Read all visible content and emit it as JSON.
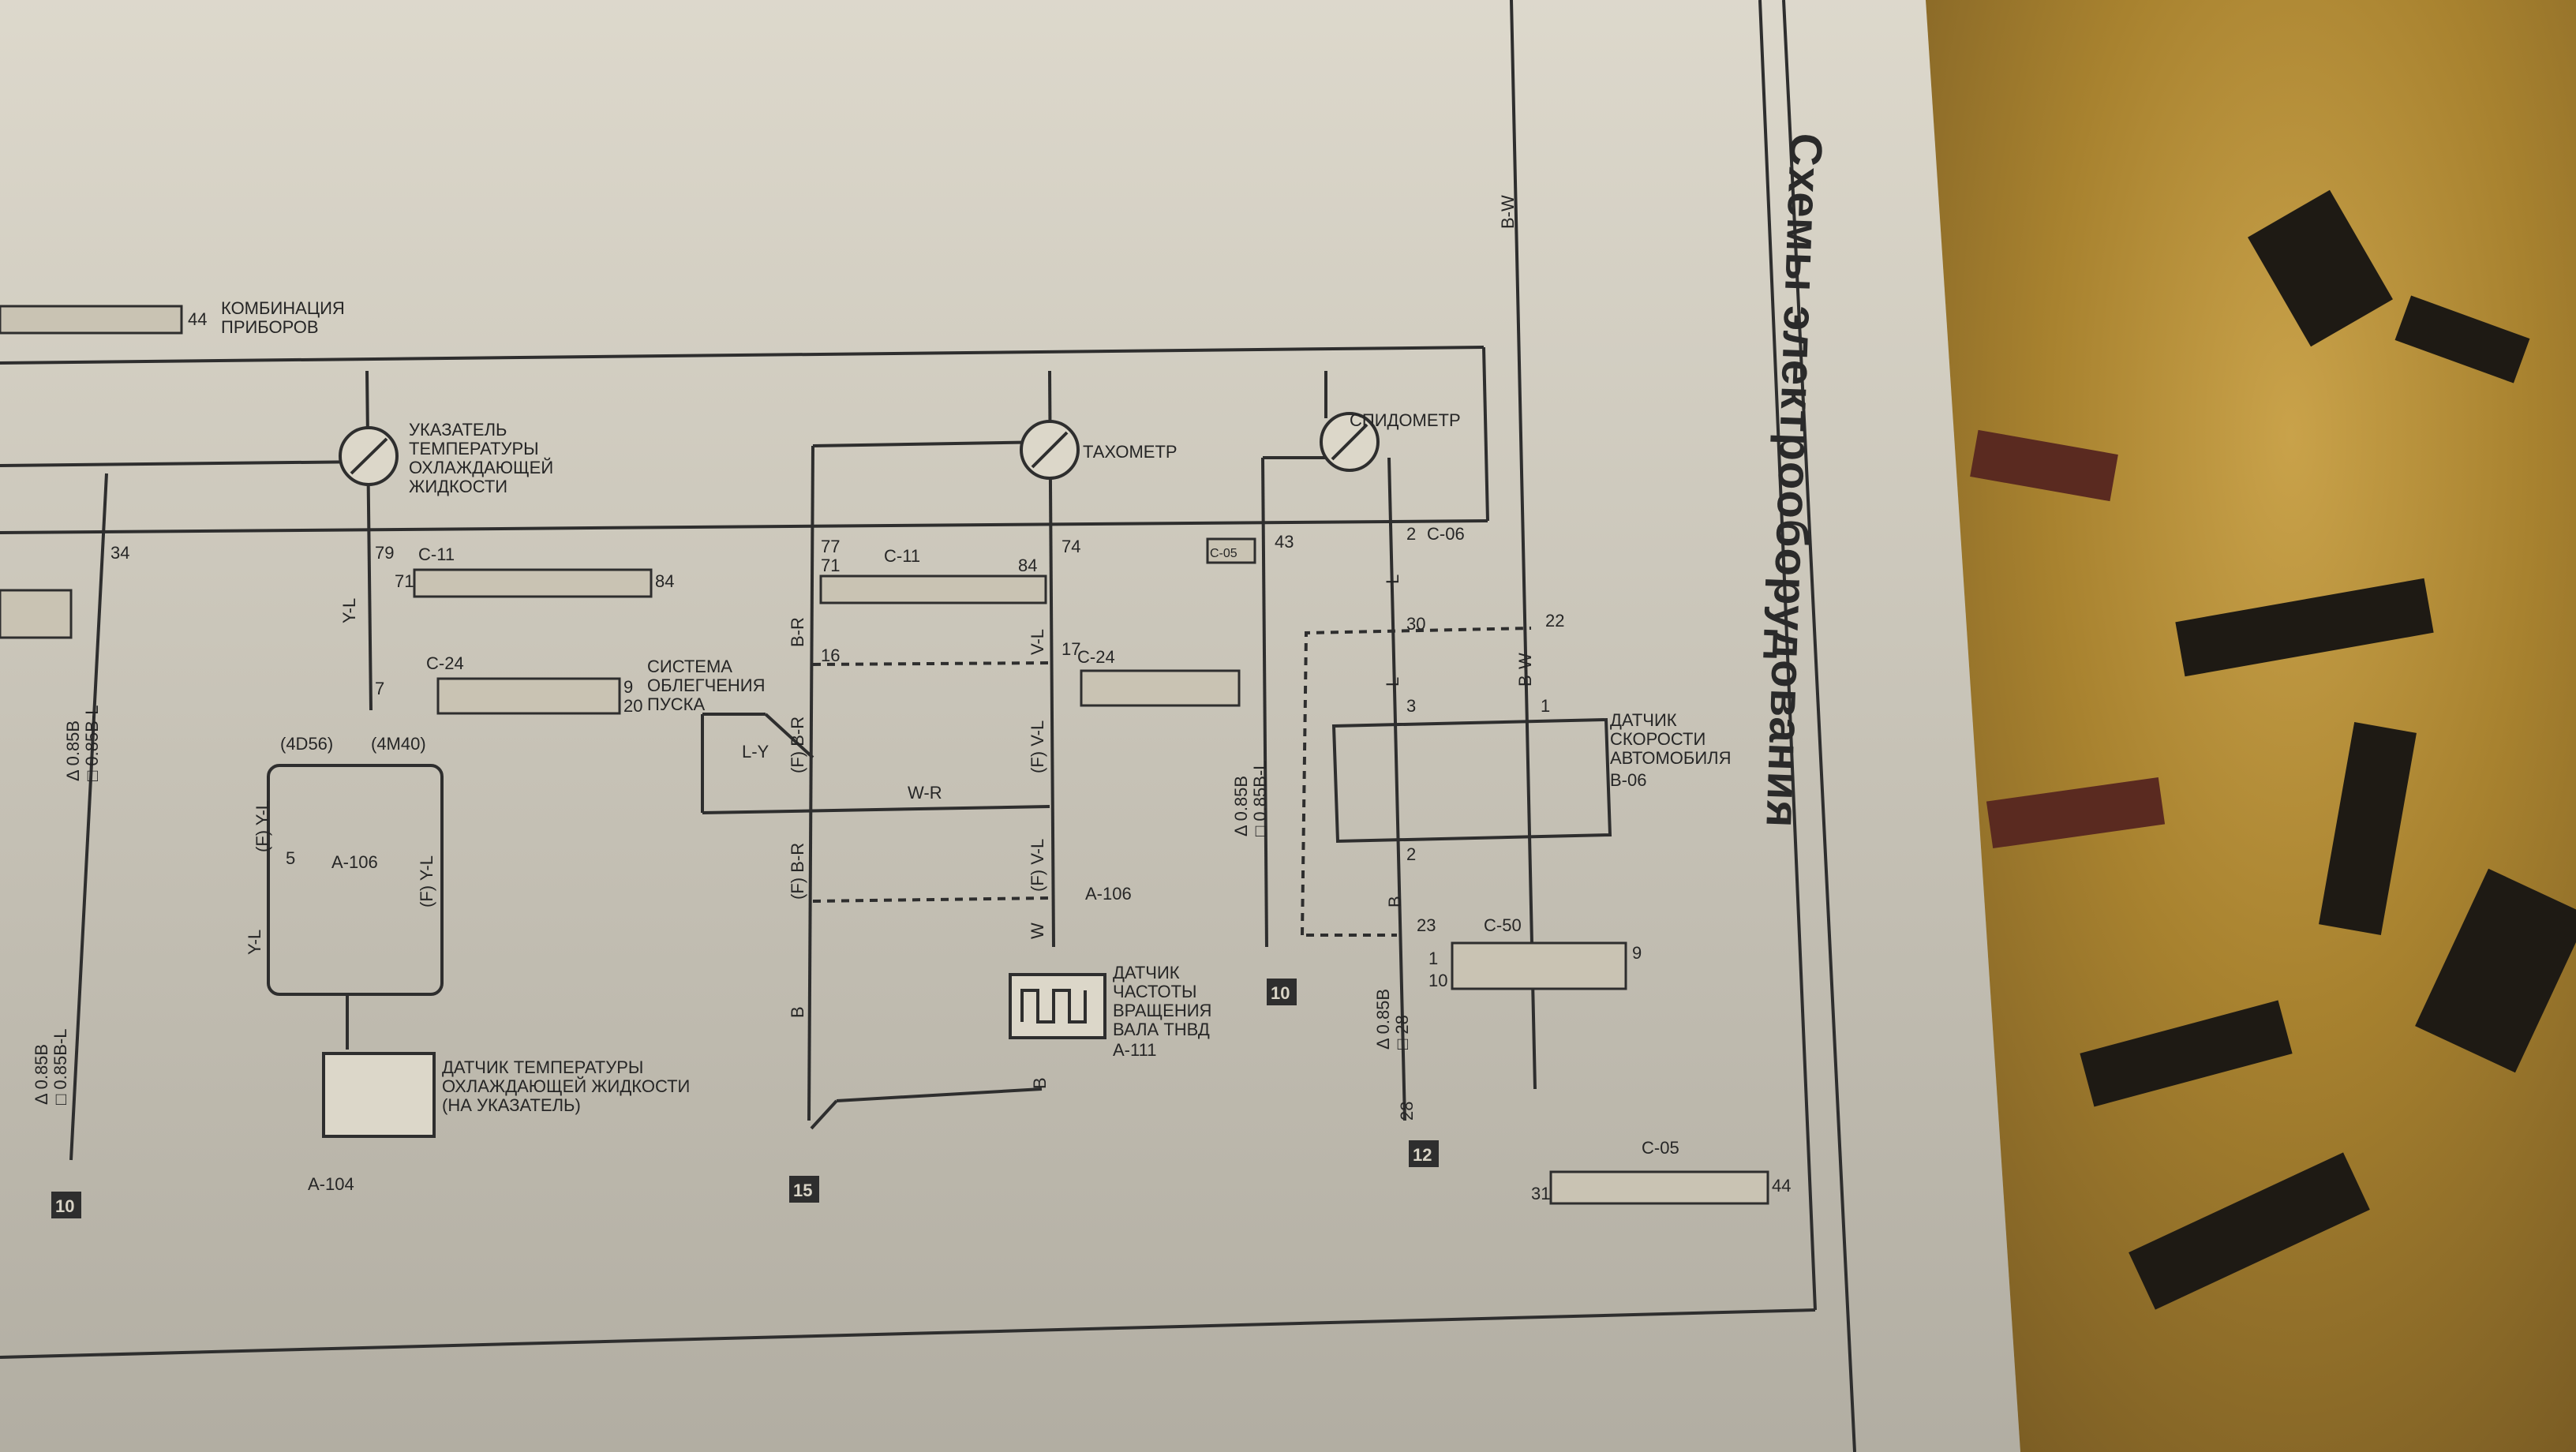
{
  "page": {
    "side_title": "Схемы электрооборудования"
  },
  "labels": {
    "cluster": [
      "КОМБИНАЦИЯ",
      "ПРИБОРОВ"
    ],
    "cluster_pin": "44",
    "temp_gauge": [
      "УКАЗАТЕЛЬ",
      "ТЕМПЕРАТУРЫ",
      "ОХЛАЖДАЮЩЕЙ",
      "ЖИДКОСТИ"
    ],
    "tachometer": "ТАХОМЕТР",
    "speedometer": "СПИДОМЕТР",
    "start_system": [
      "СИСТЕМА",
      "ОБЛЕГЧЕНИЯ",
      "ПУСКА"
    ],
    "temp_sensor": [
      "ДАТЧИК ТЕМПЕРАТУРЫ",
      "ОХЛАЖДАЮЩЕЙ ЖИДКОСТИ",
      "(НА УКАЗАТЕЛЬ)"
    ],
    "rpm_sensor": [
      "ДАТЧИК",
      "ЧАСТОТЫ",
      "ВРАЩЕНИЯ",
      "ВАЛА ТНВД"
    ],
    "speed_sensor": [
      "ДАТЧИК",
      "СКОРОСТИ",
      "АВТОМОБИЛЯ"
    ],
    "engines": [
      "(4D56)",
      "(4M40)"
    ]
  },
  "connectors": {
    "c11_a": "C-11",
    "c11_b": "C-11",
    "c24_a": "C-24",
    "c24_b": "C-24",
    "c06": "C-06",
    "c05": "C-05",
    "c05_bottom": "C-05",
    "c50": "C-50",
    "a106_a": "A-106",
    "a106_b": "A-106",
    "a104": "A-104",
    "a111": "A-111",
    "b06": "B-06"
  },
  "pins": {
    "p34": "34",
    "p79": "79",
    "p71a": "71",
    "p84a": "84",
    "p7": "7",
    "p77": "77",
    "p74": "74",
    "p71b": "71",
    "p84b": "84",
    "p16": "16",
    "p17": "17",
    "p43": "43",
    "p2": "2",
    "p30": "30",
    "p22": "22",
    "p3": "3",
    "p1": "1",
    "p2b": "2",
    "p23": "23",
    "p28": "28",
    "p1c": "1",
    "p9": "9",
    "p10": "10",
    "p20": "20",
    "p5": "5",
    "p31": "31",
    "p44b": "44"
  },
  "wires": {
    "yl": "Y-L",
    "fyl_a": "(F) Y-L",
    "fyl_b": "(F) Y-L",
    "yl_b": "Y-L",
    "br": "B-R",
    "fbr_a": "(F) B-R",
    "fbr_b": "(F) B-R",
    "ly": "L-Y",
    "wr": "W-R",
    "vl": "V-L",
    "fvl_a": "(F) V-L",
    "fvl_b": "(F) V-L",
    "w": "W",
    "b_a": "B",
    "b_b": "B",
    "b_c": "B",
    "l_a": "L",
    "l_b": "L",
    "bw_a": "B-W",
    "bw_b": "B-W",
    "gauge_a": [
      "Δ 0.85B",
      "□ 0.85B-L"
    ],
    "gauge_b": [
      "Δ 0.85B",
      "□ 0.85B-L"
    ],
    "gauge_c": [
      "Δ 0.85B",
      "□ 0.85B-L"
    ],
    "gauge_d": [
      "Δ 0.85B",
      "□ 28"
    ]
  },
  "grounds": {
    "g10a": "10",
    "g15": "15",
    "g10b": "10",
    "g12": "12"
  }
}
